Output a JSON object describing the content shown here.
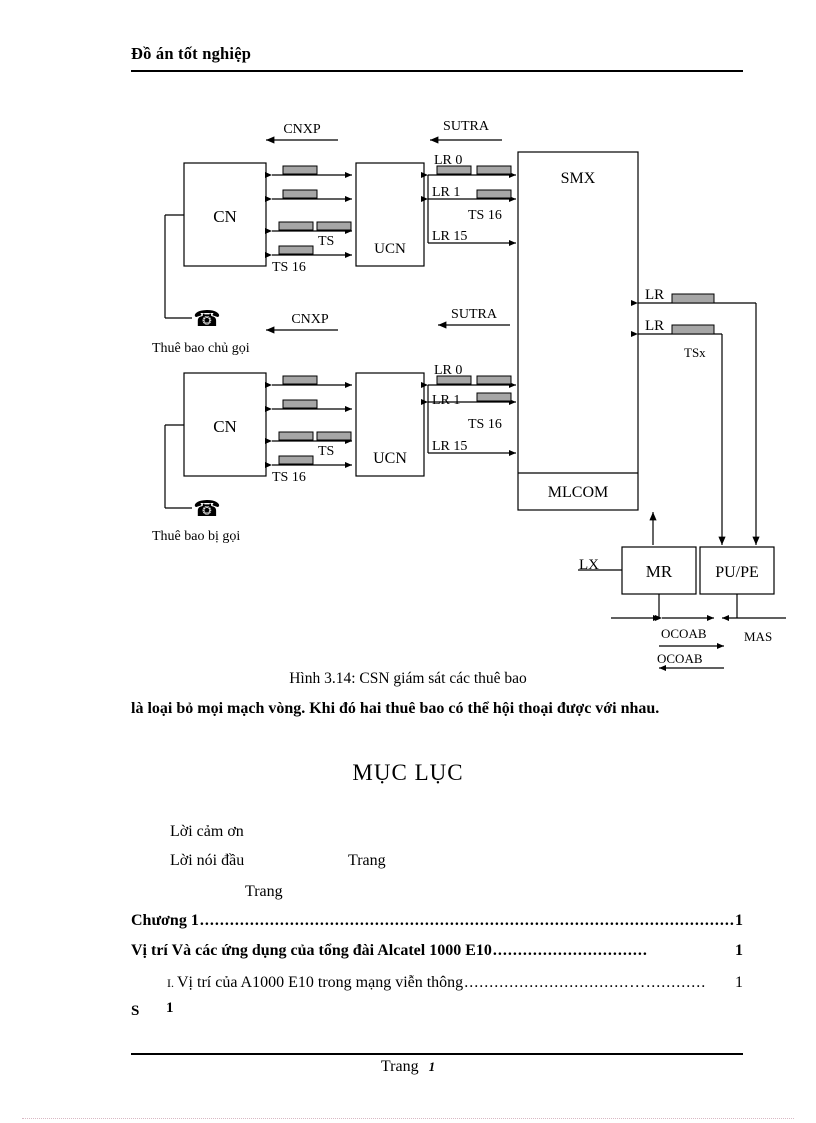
{
  "header": {
    "title": "Đồ án tốt nghiệp"
  },
  "footer": {
    "label": "Trang",
    "page_number": "1"
  },
  "figure": {
    "caption": "Hình 3.14: CSN giám sát các thuê bao",
    "blocks": {
      "cn_top": "CN",
      "ucn_top": "UCN",
      "cn_bottom": "CN",
      "ucn_bottom": "UCN",
      "smx": "SMX",
      "mlcom": "MLCOM",
      "mr": "MR",
      "pupe": "PU/PE"
    },
    "labels": {
      "cnxp_top": "CNXP",
      "sutra_top": "SUTRA",
      "cnxp_bottom": "CNXP",
      "sutra_bottom": "SUTRA",
      "lr0_top": "LR 0",
      "lr1_top": "LR 1",
      "ts16_right_top": "TS 16",
      "lr15_top": "LR 15",
      "ts_top": "TS",
      "ts16_left_top": "TS 16",
      "lr0_bottom": "LR 0",
      "lr1_bottom": "LR 1",
      "ts16_right_bottom": "TS 16",
      "lr15_bottom": "LR 15",
      "ts_bottom": "TS",
      "ts16_left_bottom": "TS 16",
      "lr_upper_right": "LR",
      "lr_lower_right": "LR",
      "tsx": "TSx",
      "lx": "LX",
      "ocoab_1": "OCOAB",
      "ocoab_2": "OCOAB",
      "mas": "MAS",
      "subscriber_caller": "Thuê bao chủ gọi",
      "subscriber_called": "Thuê bao bị gọi",
      "phone_icon_caller": "telephone-icon",
      "phone_icon_called": "telephone-icon"
    },
    "colors": {
      "line": "#000000",
      "timeslot_fill": "#a6a6a6",
      "paper": "#ffffff"
    }
  },
  "body": {
    "paragraph": "là loại bỏ mọi mạch vòng. Khi đó hai thuê bao có thể hội thoại được với nhau."
  },
  "toc": {
    "title": "MỤC LỤC",
    "preface_items": [
      {
        "label": "Lời cảm ơn"
      },
      {
        "label": "Lời nói đầu"
      }
    ],
    "trang_inline": "Trang",
    "trang_second": "Trang",
    "entries": [
      {
        "label": "Chương 1",
        "leader": "...........................................................................................................................",
        "page": "1"
      },
      {
        "label": "Vị trí Và các ứng dụng của tổng đài Alcatel 1000 E10 ",
        "leader": "...............................",
        "page": "1"
      },
      {
        "roman": "I.",
        "label": "Vị trí của A1000 E10 trong mạng viễn thông",
        "leader": ".................................…............",
        "page": "1"
      }
    ],
    "stray_s": "S",
    "stray_1": "1"
  }
}
